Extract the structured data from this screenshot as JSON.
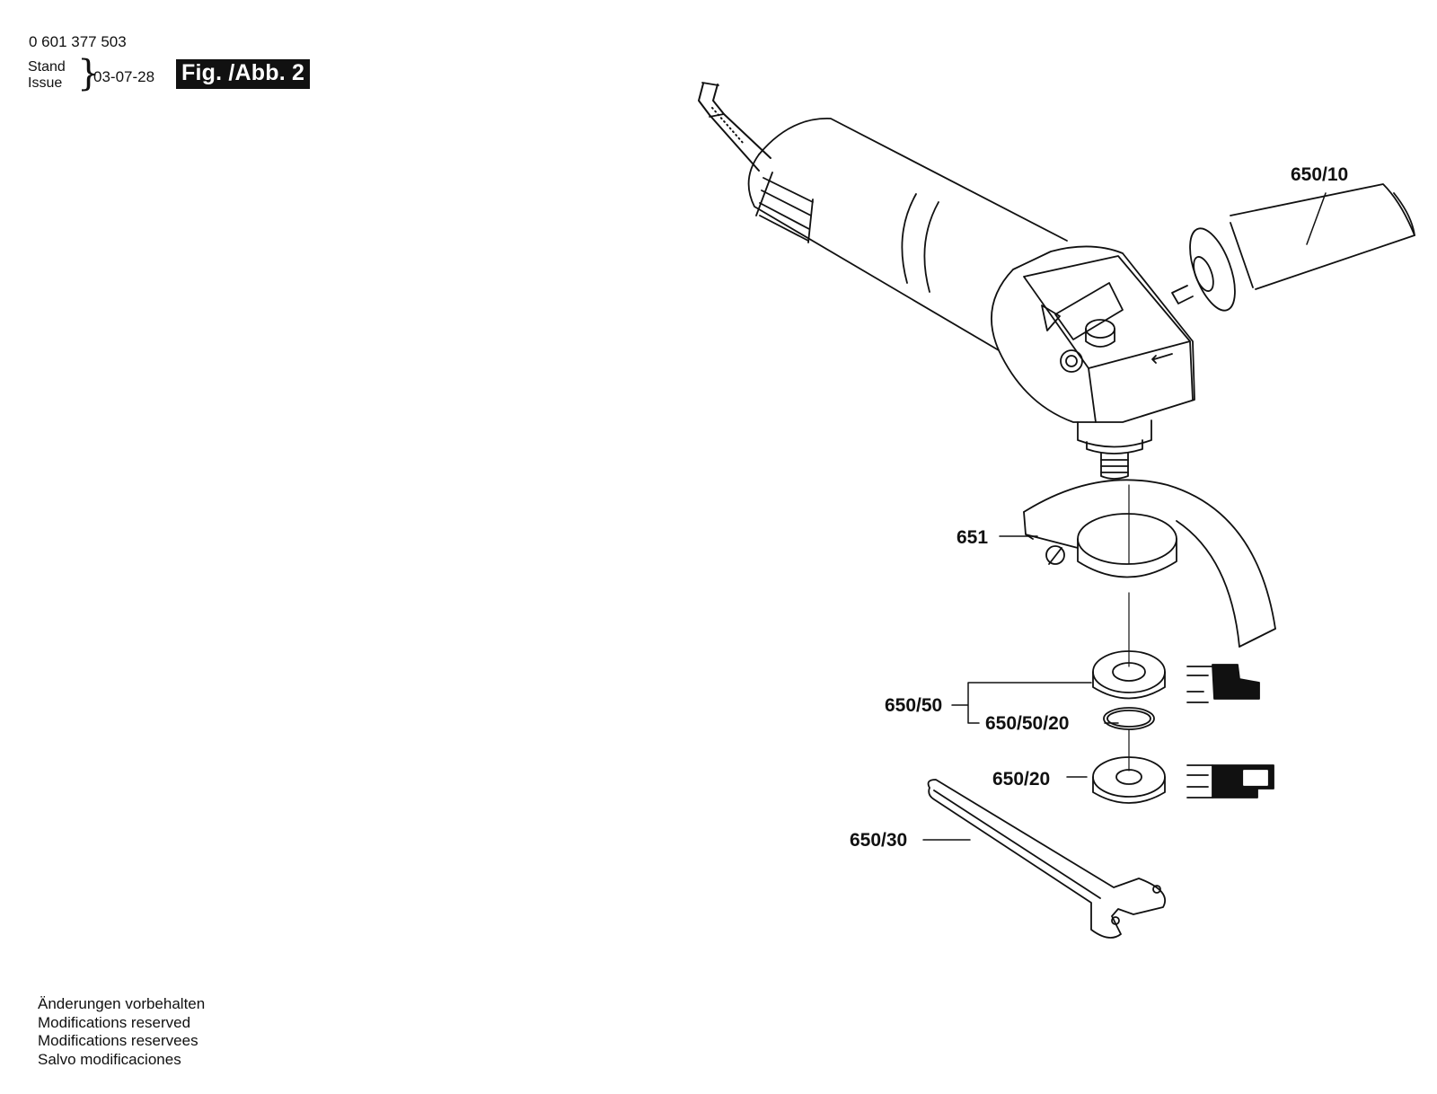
{
  "header": {
    "part_number": "0 601 377 503",
    "stand_label": "Stand",
    "issue_label": "Issue",
    "date": "03-07-28",
    "figure_label": "Fig. /Abb. 2"
  },
  "callouts": {
    "handle": "650/10",
    "guard": "651",
    "flange_set": "650/50",
    "o_ring": "650/50/20",
    "clamping_nut": "650/20",
    "spanner": "650/30"
  },
  "notes": [
    "Änderungen vorbehalten",
    "Modifications reserved",
    "Modifications reservees",
    "Salvo modificaciones"
  ]
}
